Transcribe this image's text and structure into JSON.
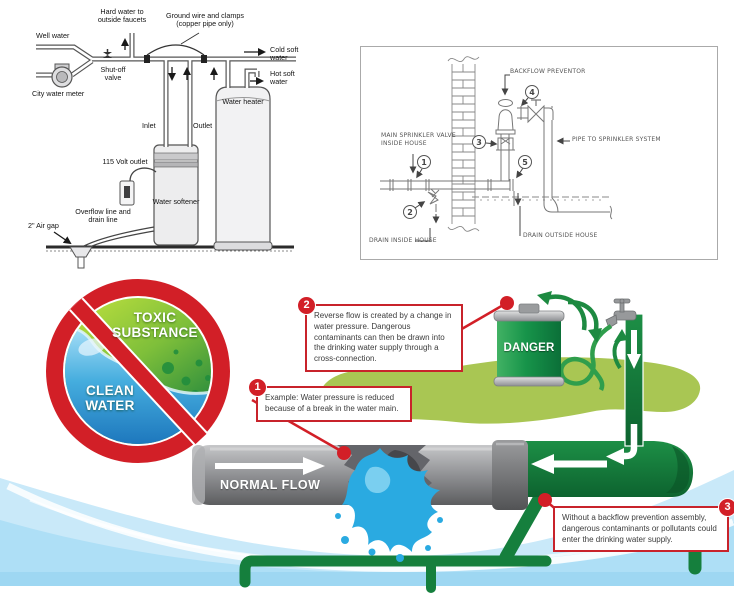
{
  "softener": {
    "hard_water": "Hard water to outside faucets",
    "ground_wire": "Ground wire and clamps (copper pipe only)",
    "well_water": "Well water",
    "shut_off": "Shut-off valve",
    "city_meter": "City water meter",
    "cold_soft": "Cold soft water",
    "hot_soft": "Hot soft water",
    "inlet": "Inlet",
    "outlet": "Outlet",
    "volt_outlet": "115 Volt outlet",
    "softener_label": "Water softener",
    "heater_label": "Water heater",
    "overflow": "Overflow line and drain line",
    "air_gap": "2\" Air gap"
  },
  "sprinkler": {
    "backflow": "BACKFLOW PREVENTOR",
    "main_valve": "MAIN SPRINKLER VALVE INSIDE HOUSE",
    "pipe_to": "PIPE TO SPRINKLER SYSTEM",
    "drain_inside": "DRAIN INSIDE HOUSE",
    "drain_outside": "DRAIN OUTSIDE HOUSE",
    "markers": {
      "m1": "1",
      "m2": "2",
      "m3": "3",
      "m4": "4",
      "m5": "5"
    }
  },
  "info": {
    "toxic": "TOXIC SUBSTANCE",
    "clean": "CLEAN WATER",
    "danger": "DANGER",
    "normal_flow": "NORMAL FLOW",
    "callout1_num": "1",
    "callout2_num": "2",
    "callout3_num": "3",
    "callout1": "Example: Water pressure is reduced because of a break in the water main.",
    "callout2": "Reverse flow is created by a change in water pressure. Dangerous contaminants can then be drawn into the drinking water supply through a cross-connection.",
    "callout3": "Without a backflow prevention assembly, dangerous contaminants or pollutants could enter the drinking water supply."
  },
  "colors": {
    "red": "#d21f27",
    "pipe_green": "#157f3d",
    "grass_green": "#a9c653",
    "splash_blue": "#2aaae1",
    "water_blue": "#c9e9f9"
  }
}
